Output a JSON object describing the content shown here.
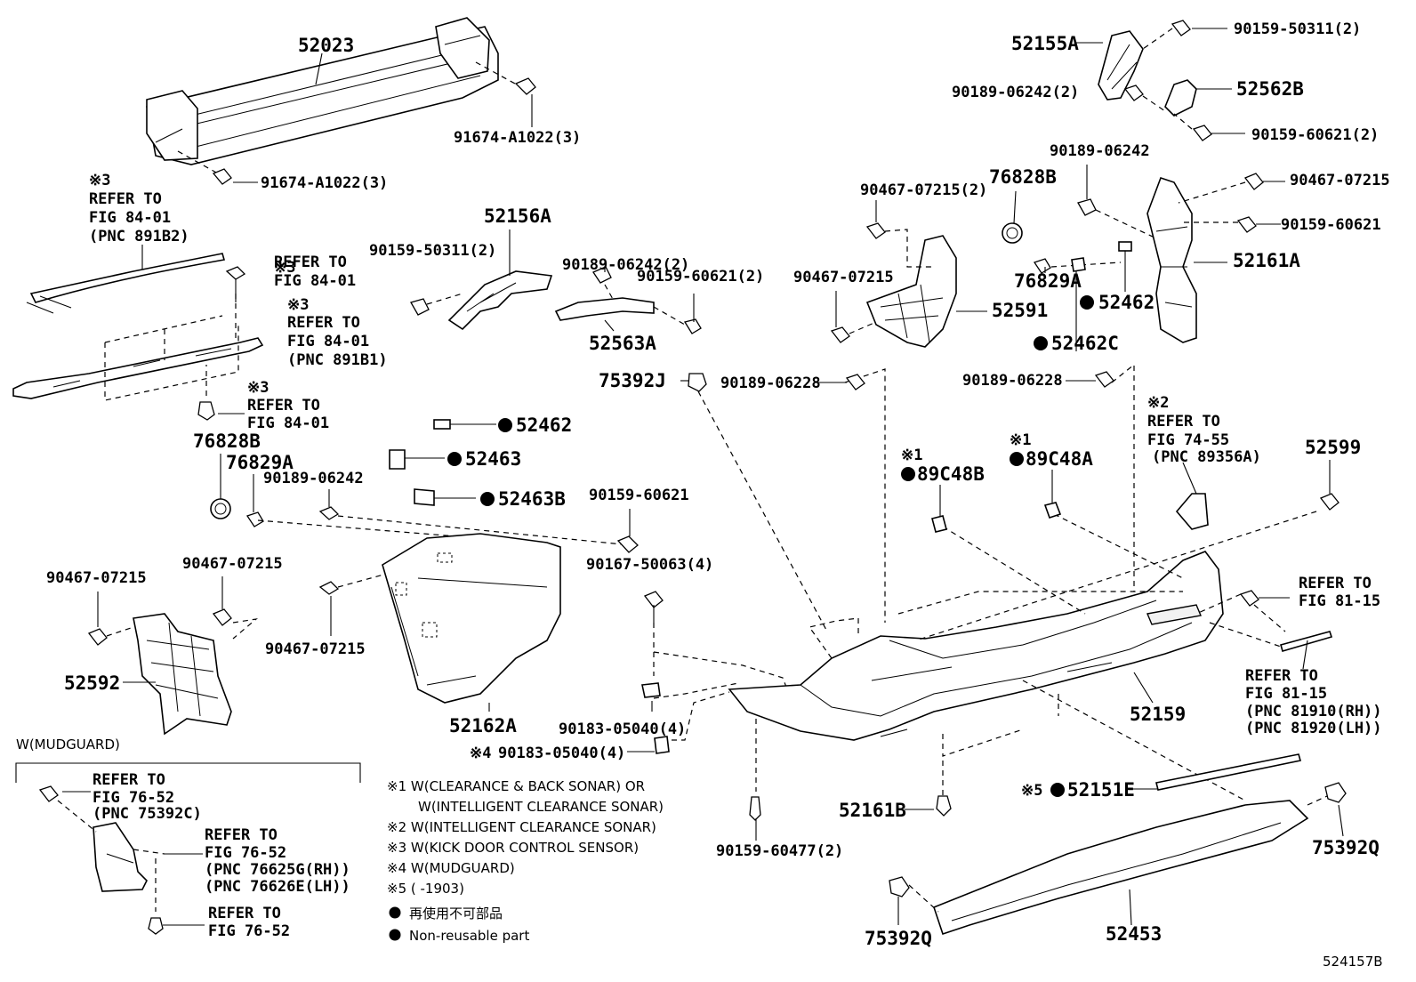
{
  "diagram": {
    "part_labels": {
      "p52023": "52023",
      "p91674_a": "91674-A1022(3)",
      "p91674_b": "91674-A1022(3)",
      "p52156A": "52156A",
      "p90159_50311_mid": "90159-50311(2)",
      "p90189_06242_mid2": "90189-06242(2)",
      "p90159_60621_mid2": "90159-60621(2)",
      "p52563A": "52563A",
      "p75392J": "75392J",
      "p52462_mid": "52462",
      "p52463": "52463",
      "p52463B": "52463B",
      "p76828B_left": "76828B",
      "p76829A_left": "76829A",
      "p90189_06242_left": "90189-06242",
      "p90159_60621_mid": "90159-60621",
      "p90167_50063": "90167-50063(4)",
      "p90467_07215_l1": "90467-07215",
      "p90467_07215_l2": "90467-07215",
      "p90467_07215_l3": "90467-07215",
      "p52592": "52592",
      "p52162A": "52162A",
      "p90183_05040_a": "90183-05040(4)",
      "p90183_05040_b": "90183-05040(4)",
      "p90159_60477": "90159-60477(2)",
      "p52161B": "52161B",
      "p52151E": "52151E",
      "p52453": "52453",
      "p75392Q_l": "75392Q",
      "p75392Q_r": "75392Q",
      "p52159": "52159",
      "p52599": "52599",
      "p89C48B": "89C48B",
      "p89C48A": "89C48A",
      "p90189_06228_a": "90189-06228",
      "p90189_06228_b": "90189-06228",
      "p52155A": "52155A",
      "p90159_50311_r": "90159-50311(2)",
      "p90189_06242_r2": "90189-06242(2)",
      "p52562B": "52562B",
      "p90159_60621_r2": "90159-60621(2)",
      "p90189_06242_r": "90189-06242",
      "p90467_07215_r1": "90467-07215",
      "p90159_60621_r": "90159-60621",
      "p52161A": "52161A",
      "p90467_07215_r2": "90467-07215(2)",
      "p76828B_r": "76828B",
      "p76829A_r": "76829A",
      "p90467_07215_r3": "90467-07215",
      "p52591": "52591",
      "p52462_r": "52462",
      "p52462C": "52462C"
    },
    "marks": {
      "ref": "※3",
      "x1": "※1",
      "x2": "※2",
      "x4": "※4",
      "x5": "※5"
    },
    "refs": {
      "r1": [
        "REFER TO",
        "FIG 84-01",
        "(PNC 891B2)"
      ],
      "r2": [
        "REFER TO",
        "FIG 84-01"
      ],
      "r3": [
        "REFER TO",
        "FIG 84-01",
        "(PNC 891B1)"
      ],
      "r4": [
        "REFER TO",
        "FIG 84-01"
      ],
      "r5": [
        "REFER TO",
        "FIG 74-55",
        "(PNC 89356A)"
      ],
      "r6": [
        "REFER TO",
        "FIG 81-15"
      ],
      "r7": [
        "REFER TO",
        "FIG 81-15",
        "(PNC 81910(RH))",
        "(PNC 81920(LH))"
      ],
      "r8": [
        "REFER TO",
        "FIG 76-52",
        "(PNC 75392C)"
      ],
      "r9": [
        "REFER TO",
        "FIG 76-52",
        "(PNC 76625G(RH))",
        "(PNC 76626E(LH))"
      ],
      "r10": [
        "REFER TO",
        "FIG 76-52"
      ]
    },
    "mudguard_title": "W(MUDGUARD)",
    "notes": [
      "※1 W(CLEARANCE & BACK SONAR) OR",
      "W(INTELLIGENT CLEARANCE SONAR)",
      "※2 W(INTELLIGENT CLEARANCE SONAR)",
      "※3 W(KICK DOOR CONTROL SENSOR)",
      "※4 W(MUDGUARD)",
      "※5 (        -1903)"
    ],
    "legend_jp": "再使用不可部品",
    "legend_en": "Non-reusable part",
    "figure_code": "524157B"
  }
}
